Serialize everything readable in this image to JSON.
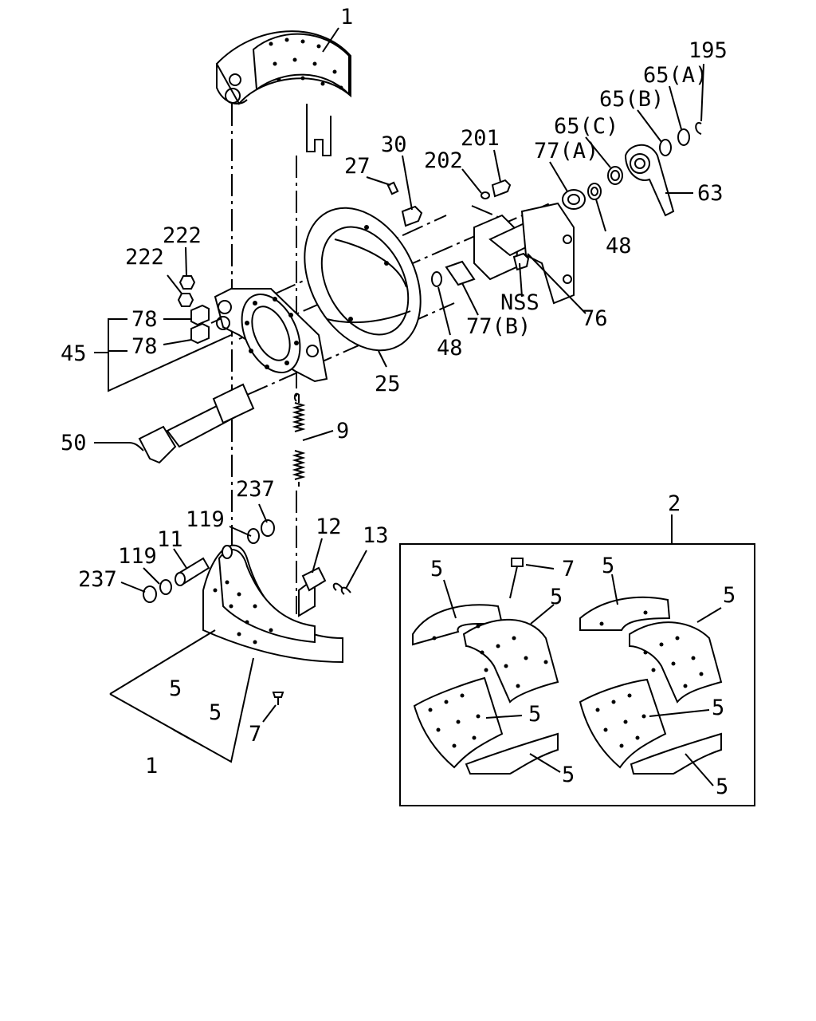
{
  "labels": {
    "l1_top": "1",
    "l195": "195",
    "l65a": "65(A)",
    "l65b": "65(B)",
    "l65c": "65(C)",
    "l30": "30",
    "l27": "27",
    "l201": "201",
    "l202": "202",
    "l77a": "77(A)",
    "l63": "63",
    "l48_top": "48",
    "l222_a": "222",
    "l222_b": "222",
    "l78_a": "78",
    "l78_b": "78",
    "l45": "45",
    "lnss": "NSS",
    "l76": "76",
    "l48_mid": "48",
    "l77b": "77(B)",
    "l25": "25",
    "l9": "9",
    "l50": "50",
    "l237_top": "237",
    "l119_top": "119",
    "l12": "12",
    "l13": "13",
    "l11": "11",
    "l119_low": "119",
    "l237_low": "237",
    "l5_a": "5",
    "l5_b": "5",
    "l5_c": "5",
    "l7_low": "7",
    "l1_low": "1",
    "l2": "2",
    "k5_1": "5",
    "k7": "7",
    "k5_2": "5",
    "k5_3": "5",
    "k5_4": "5",
    "k5_5": "5",
    "k5_6": "5",
    "k5_7": "5",
    "k5_8": "5"
  }
}
